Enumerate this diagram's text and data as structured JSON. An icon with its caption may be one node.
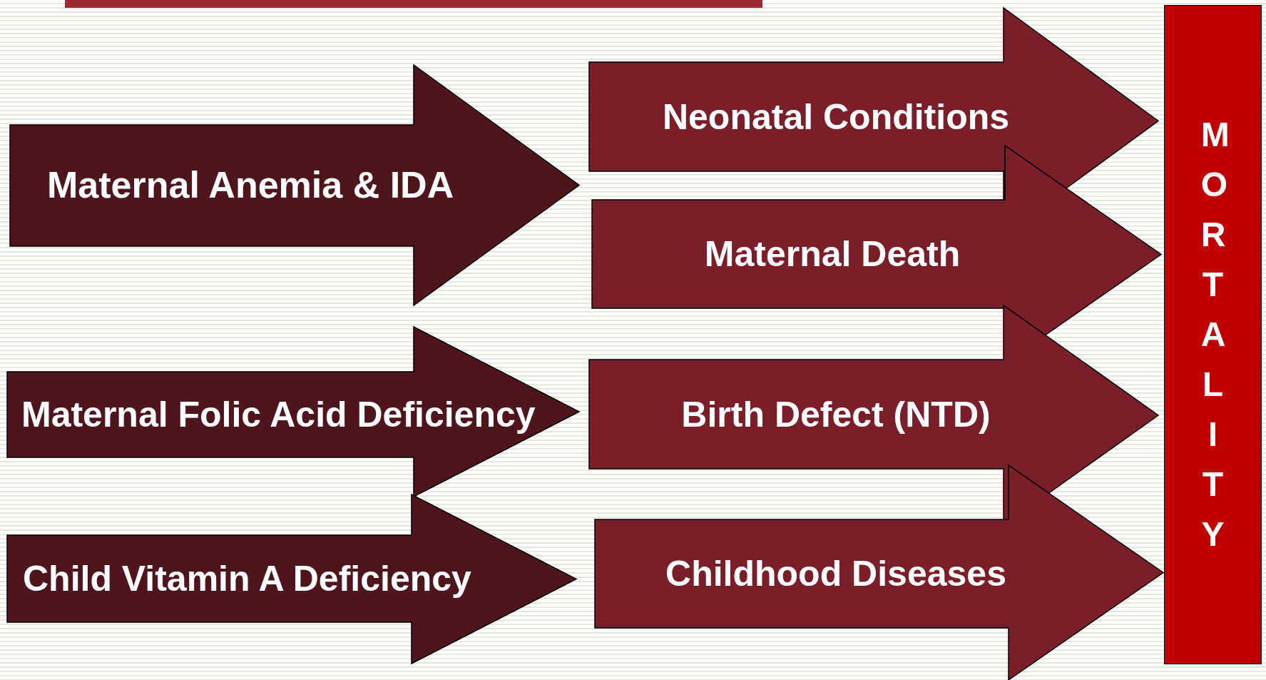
{
  "diagram": {
    "nodes": [
      {
        "text": [
          "Maternal Anemia & IDA"
        ]
      },
      {
        "text": [
          "Maternal Folic Acid Deficiency"
        ]
      },
      {
        "text": [
          "Child Vitamin A Deficiency"
        ]
      },
      {
        "text": [
          "Neonatal Conditions"
        ]
      },
      {
        "text": [
          "Maternal Death"
        ]
      },
      {
        "text": [
          "Birth Defect (NTD)"
        ]
      },
      {
        "text": [
          "Childhood Diseases"
        ]
      },
      {
        "text": [
          "MORTALITY"
        ]
      }
    ]
  }
}
